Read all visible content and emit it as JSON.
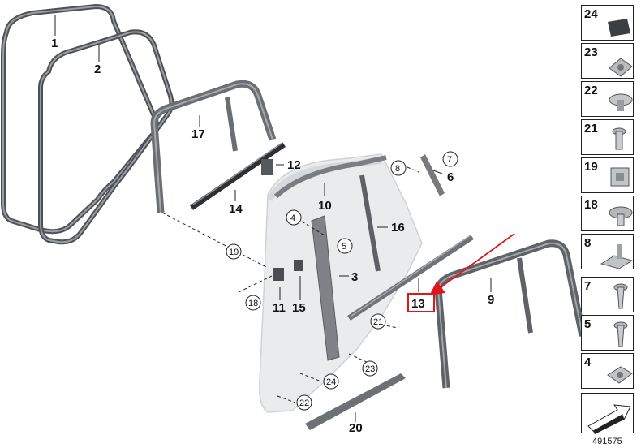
{
  "labels": {
    "l1": "1",
    "l2": "2",
    "l3": "3",
    "l4": "4",
    "l5": "5",
    "l6": "6",
    "l7": "7",
    "l8": "8",
    "l9": "9",
    "l10": "10",
    "l11": "11",
    "l12": "12",
    "l13": "13",
    "l14": "14",
    "l15": "15",
    "l16": "16",
    "l17": "17",
    "l18": "18",
    "l19": "19",
    "l20": "20",
    "l21": "21",
    "l22": "22",
    "l23": "23",
    "l24": "24"
  },
  "sidebar": [
    {
      "num": "24",
      "icon": "pad-icon"
    },
    {
      "num": "23",
      "icon": "clip-nut-icon"
    },
    {
      "num": "22",
      "icon": "expanding-rivet-icon"
    },
    {
      "num": "21",
      "icon": "screw-icon"
    },
    {
      "num": "19",
      "icon": "square-clip-icon"
    },
    {
      "num": "18",
      "icon": "washer-screw-icon"
    },
    {
      "num": "8",
      "icon": "bracket-clip-icon"
    },
    {
      "num": "7",
      "icon": "tapping-screw-icon"
    },
    {
      "num": "5",
      "icon": "tapping-screw-icon"
    },
    {
      "num": "4",
      "icon": "cage-nut-icon"
    }
  ],
  "diagram_ref": "491575",
  "colors": {
    "highlight": "#e0161b",
    "part": "#6b6e72",
    "door": "#e8eaec"
  }
}
